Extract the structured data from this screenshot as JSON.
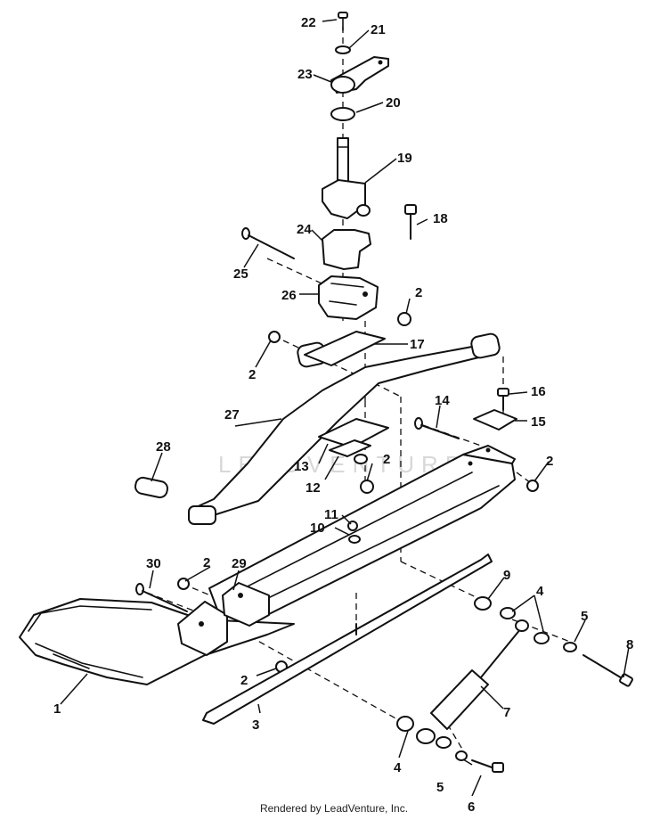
{
  "watermark": "LEADVENTURE",
  "footer": "Rendered by LeadVenture, Inc.",
  "callouts": {
    "c1": "1",
    "c2a": "2",
    "c2b": "2",
    "c2c": "2",
    "c2d": "2",
    "c2e": "2",
    "c2f": "2",
    "c3": "3",
    "c4a": "4",
    "c4b": "4",
    "c5a": "5",
    "c5b": "5",
    "c6": "6",
    "c7": "7",
    "c8": "8",
    "c9": "9",
    "c10": "10",
    "c11": "11",
    "c12": "12",
    "c13": "13",
    "c14": "14",
    "c15": "15",
    "c16": "16",
    "c17": "17",
    "c18": "18",
    "c19": "19",
    "c20": "20",
    "c21": "21",
    "c22": "22",
    "c23": "23",
    "c24": "24",
    "c25": "25",
    "c26": "26",
    "c27": "27",
    "c28": "28",
    "c29": "29",
    "c30": "30"
  }
}
